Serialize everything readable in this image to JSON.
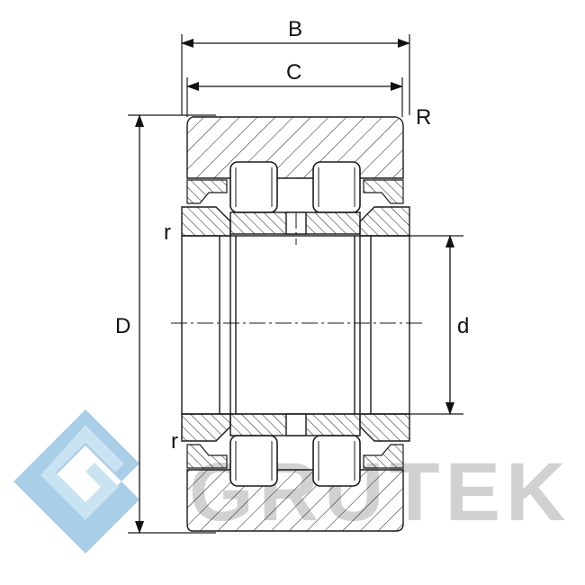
{
  "drawing": {
    "labels": {
      "B": "B",
      "C": "C",
      "R": "R",
      "r": "r",
      "D": "D",
      "d": "d"
    }
  },
  "watermark": {
    "text": "GRUTEK",
    "color": "#9fc9e6",
    "text_color": "#c9c9c9"
  },
  "colors": {
    "line": "#1a1a1a",
    "background": "#ffffff"
  }
}
